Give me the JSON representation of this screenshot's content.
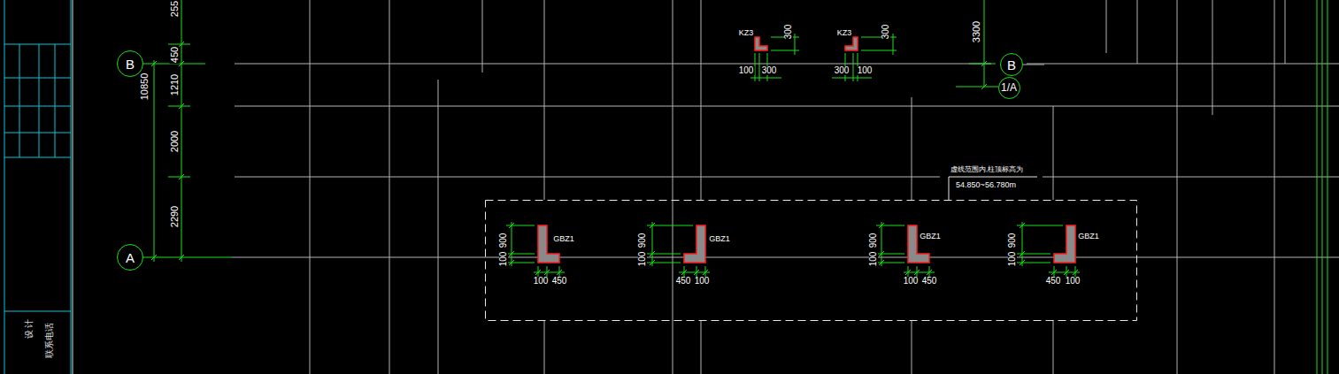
{
  "diagram": {
    "nodes": [
      {
        "text": [
          "B"
        ]
      },
      {
        "text": [
          "A"
        ]
      },
      {
        "text": [
          "B"
        ]
      },
      {
        "text": [
          "1/A"
        ]
      }
    ],
    "labels": [
      "255",
      "450",
      "1210",
      "2000",
      "2290",
      "10850",
      "3300",
      "KZ3",
      "300",
      "100",
      "300",
      "KZ3",
      "300",
      "300",
      "100",
      "虚线范围内,柱顶标高为",
      "54.850~56.780m",
      "GBZ1",
      "900",
      "100",
      "100",
      "450",
      "GBZ1",
      "900",
      "100",
      "450",
      "100",
      "GBZ1",
      "900",
      "100",
      "100",
      "450",
      "GBZ1",
      "900",
      "100",
      "450",
      "100",
      "设 计",
      "联系电话"
    ]
  }
}
